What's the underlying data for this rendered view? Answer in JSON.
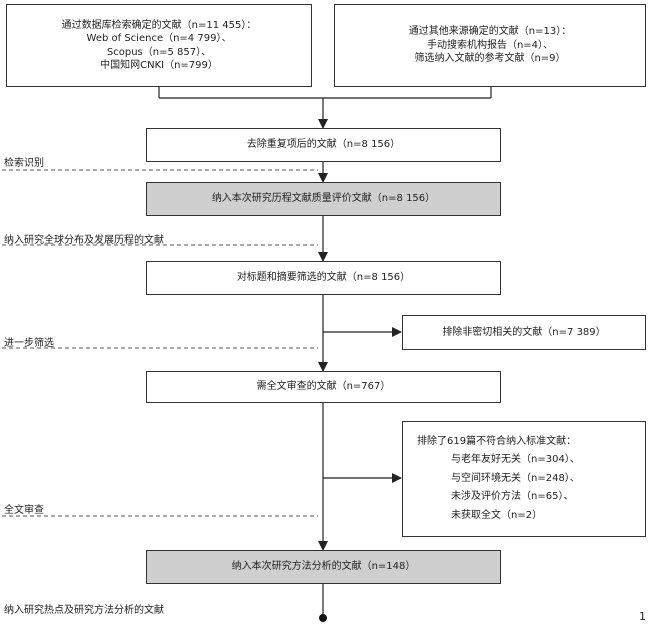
{
  "source_db": {
    "lines": [
      "通过数据库检索确定的文献（n=11 455）：",
      "Web of Science（n=4 799）、",
      "Scopus（n=5 857）、",
      "中国知网CNKI（n=799）"
    ]
  },
  "source_other": {
    "lines": [
      "通过其他来源确定的文献（n=13）：",
      "手动搜索机构报告（n=4）、",
      "筛选纳入文献的参考文献（n=9）"
    ]
  },
  "dedup": "去除重复项后的文献（n=8 156）",
  "bibliometric": "纳入本次研究历程文献质量评价文献（n=8 156）",
  "title_abstract": "对标题和摘要筛选的文献（n=8 156）",
  "exclude_unrelated": "排除非密切相关的文献（n=7 389）",
  "fulltext_review": "需全文审查的文献（n=767）",
  "exclude_criteria": {
    "lines": [
      "排除了619篇不符合纳入标准文献：",
      "与老年友好无关（n=304）、",
      "与空间环境无关（n=248）、",
      "未涉及评价方法（n=65）、",
      "未获取全文（n=2）"
    ]
  },
  "method_analysis": "纳入本次研究方法分析的文献（n=148）",
  "stages": {
    "identification": "检索识别",
    "global_distribution": "纳入研究全球分布及发展历程的文献",
    "further_screening": "进一步筛选",
    "fulltext": "全文审查",
    "hotspots": "纳入研究热点及研究方法分析的文献"
  },
  "page_number": "1"
}
